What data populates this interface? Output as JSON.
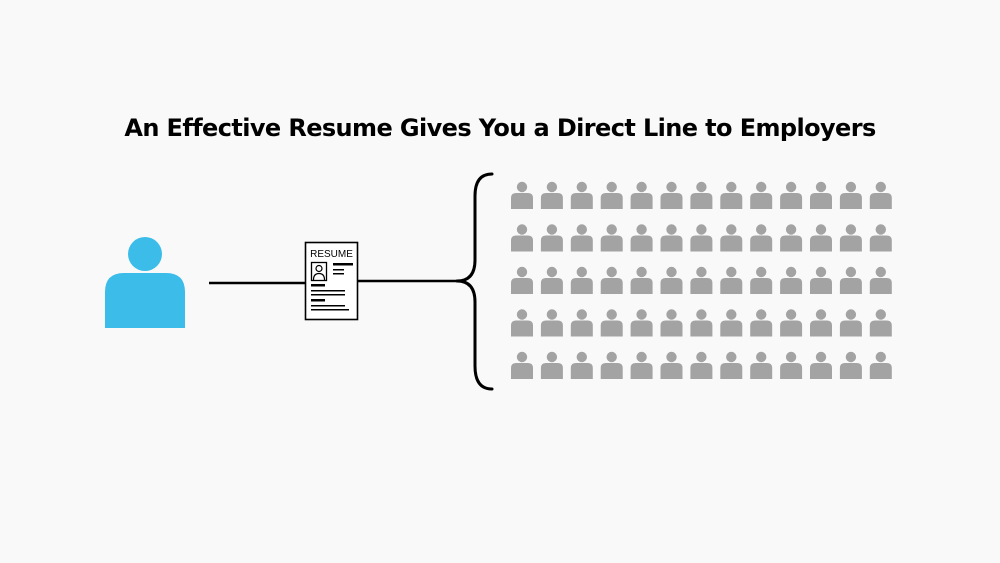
{
  "title": "An Effective Resume Gives You a Direct Line to Employers",
  "resume_label": "RESUME",
  "colors": {
    "background": "#f9f9f9",
    "applicant": "#3bbce9",
    "employer": "#a3a3a3",
    "line": "#000000"
  },
  "icons": {
    "applicant": "person-icon",
    "document": "resume-icon",
    "employer": "person-icon",
    "connector": "curly-brace"
  },
  "employers": {
    "rows": 5,
    "columns": 13
  }
}
